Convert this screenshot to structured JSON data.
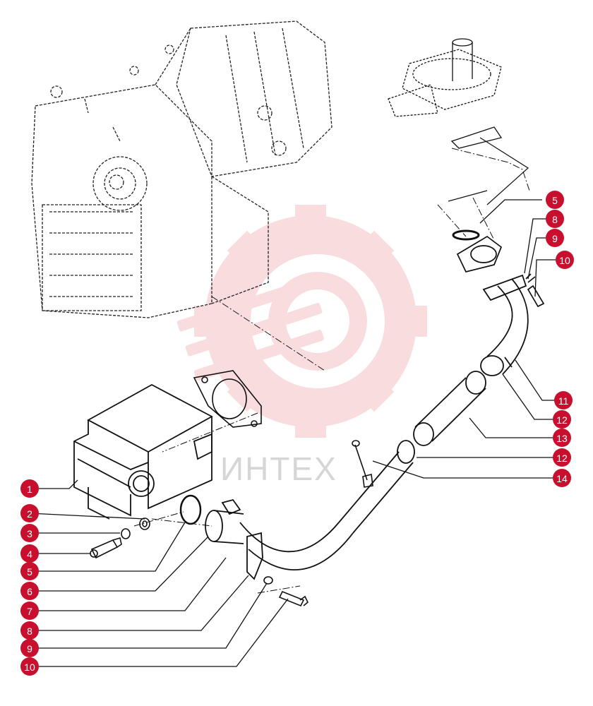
{
  "watermark": {
    "text": "ИНТЕХ",
    "color": "#f3c8cc"
  },
  "callout_color": "#c8102e",
  "callouts": [
    {
      "label": "1"
    },
    {
      "label": "2"
    },
    {
      "label": "3"
    },
    {
      "label": "4"
    },
    {
      "label": "5"
    },
    {
      "label": "6"
    },
    {
      "label": "7"
    },
    {
      "label": "8"
    },
    {
      "label": "9"
    },
    {
      "label": "10"
    },
    {
      "label": "5"
    },
    {
      "label": "8"
    },
    {
      "label": "9"
    },
    {
      "label": "10"
    },
    {
      "label": "11"
    },
    {
      "label": "12"
    },
    {
      "label": "13"
    },
    {
      "label": "12"
    },
    {
      "label": "14"
    }
  ]
}
